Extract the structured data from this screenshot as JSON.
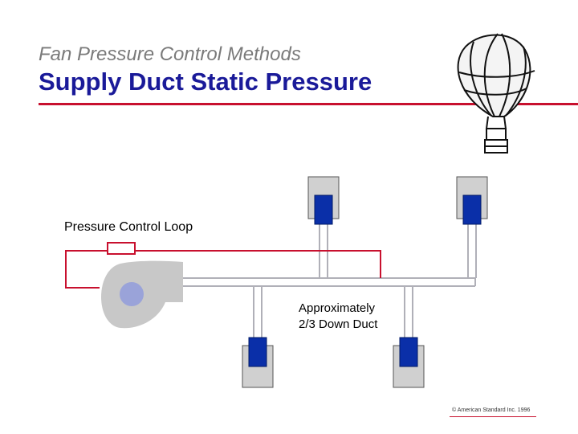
{
  "header": {
    "subtitle": "Fan Pressure Control Methods",
    "title": "Supply Duct Static Pressure"
  },
  "diagram": {
    "loop_label": "Pressure Control Loop",
    "sensor_annotation": [
      "Approximately",
      "2/3 Down Duct"
    ]
  },
  "footer": {
    "copyright": "© American Standard Inc. 1996"
  },
  "colors": {
    "title": "#1a1a99",
    "subtitle": "#7a7a7a",
    "accent_rule": "#c8102e",
    "control_loop": "#c8102e",
    "terminal_box": "#cfcfcf",
    "damper": "#0a2fa8",
    "duct": "#b0b0b8",
    "fan_housing": "#c8c8c8",
    "fan_wheel": "#9aa3d9"
  },
  "icons": {
    "decoration": "hot-air-balloon-icon"
  }
}
